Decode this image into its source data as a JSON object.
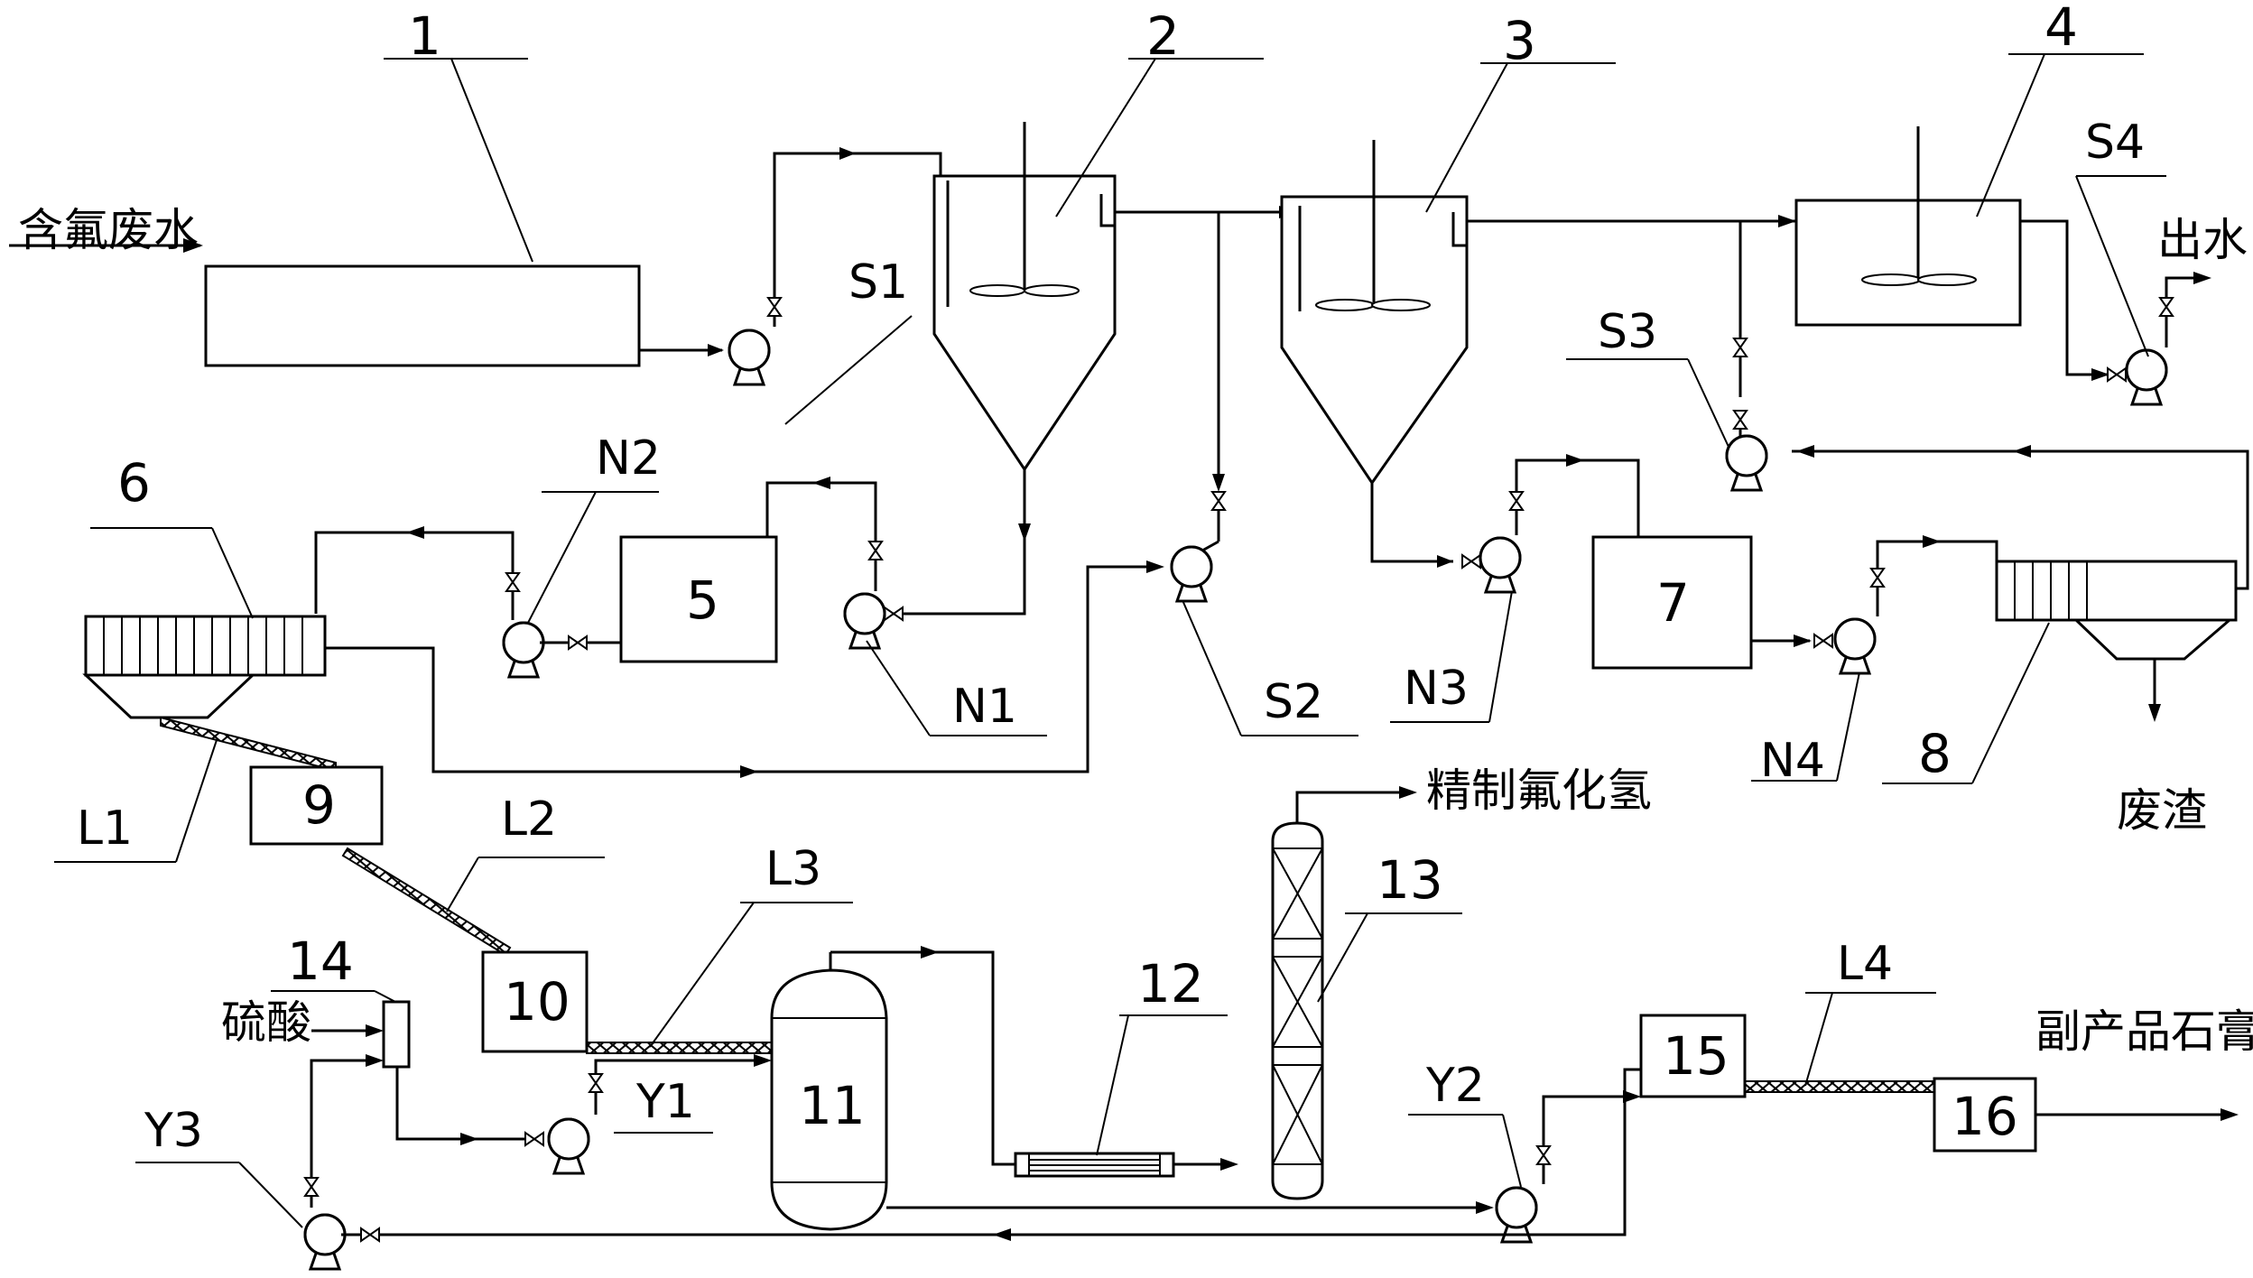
{
  "labels": {
    "u1": "1",
    "u2": "2",
    "u3": "3",
    "u4": "4",
    "u5": "5",
    "u6": "6",
    "u7": "7",
    "u8": "8",
    "u9": "9",
    "u10": "10",
    "u11": "11",
    "u12": "12",
    "u13": "13",
    "u14": "14",
    "u15": "15",
    "u16": "16",
    "s1": "S1",
    "s2": "S2",
    "s3": "S3",
    "s4": "S4",
    "n1": "N1",
    "n2": "N2",
    "n3": "N3",
    "n4": "N4",
    "y1": "Y1",
    "y2": "Y2",
    "y3": "Y3",
    "l1": "L1",
    "l2": "L2",
    "l3": "L3",
    "l4": "L4"
  },
  "streams": {
    "inlet": "含氟废水",
    "outlet_water": "出水",
    "waste_residue": "废渣",
    "refined_hf": "精制氟化氢",
    "sulfuric_acid": "硫酸",
    "gypsum": "副产品石膏"
  }
}
